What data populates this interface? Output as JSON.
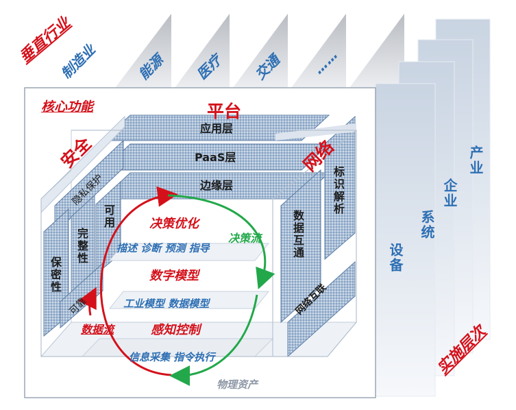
{
  "vertical_industries": {
    "title": "垂直行业",
    "items": [
      "制造业",
      "能源",
      "医疗",
      "交通",
      "……"
    ]
  },
  "core_functions": {
    "title": "核心功能"
  },
  "platform": {
    "title": "平台",
    "layers": [
      "应用层",
      "PaaS层",
      "边缘层"
    ]
  },
  "security": {
    "title": "安全",
    "items": [
      "隐私保护",
      "可用",
      "完整性",
      "保密性",
      "可靠"
    ]
  },
  "network": {
    "title": "网络",
    "items": [
      "标识解析",
      "数据互通",
      "网络互联"
    ]
  },
  "data_core": {
    "decision": "决策优化",
    "decision_sub": "描述 诊断 预测 指导",
    "model": "数字模型",
    "model_sub": "工业模型 数据模型",
    "control": "感知控制",
    "control_sub": "信息采集 指令执行",
    "decision_flow": "决策流",
    "data_flow": "数据流",
    "physical": "物理资产"
  },
  "implementation_levels": {
    "title": "实施层次",
    "items": [
      "设备",
      "系统",
      "企业",
      "产业"
    ]
  },
  "colors": {
    "red": "#d4111b",
    "blue": "#2e6fb3",
    "green": "#22a84a",
    "panel_blue": "#9fb6cf"
  }
}
